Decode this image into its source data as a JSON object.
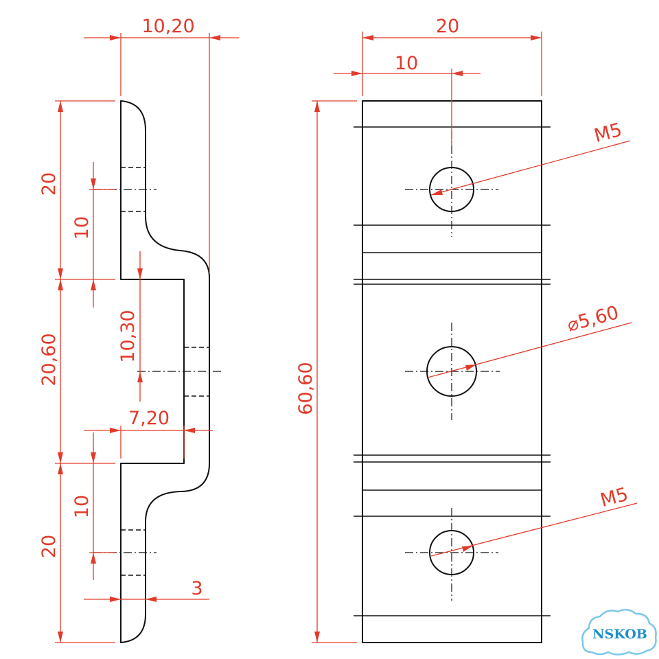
{
  "dimensions": {
    "side_width": "10,20",
    "top_flange_height": "20",
    "top_hole_offset": "10",
    "middle_height": "20,60",
    "middle_hole_offset": "10,30",
    "offset_width": "7,20",
    "bottom_hole_offset": "10",
    "bottom_flange_height": "20",
    "thickness": "3",
    "front_width": "20",
    "front_hole_x": "10",
    "total_height": "60,60"
  },
  "callouts": {
    "top_hole": "M5",
    "middle_hole": "⌀5,60",
    "bottom_hole": "M5"
  },
  "watermark": {
    "text": "NSKOB"
  },
  "colors": {
    "dimension": "#e23a2a",
    "outline": "#111111",
    "watermark": "#1e8fc9",
    "background": "#ffffff"
  }
}
